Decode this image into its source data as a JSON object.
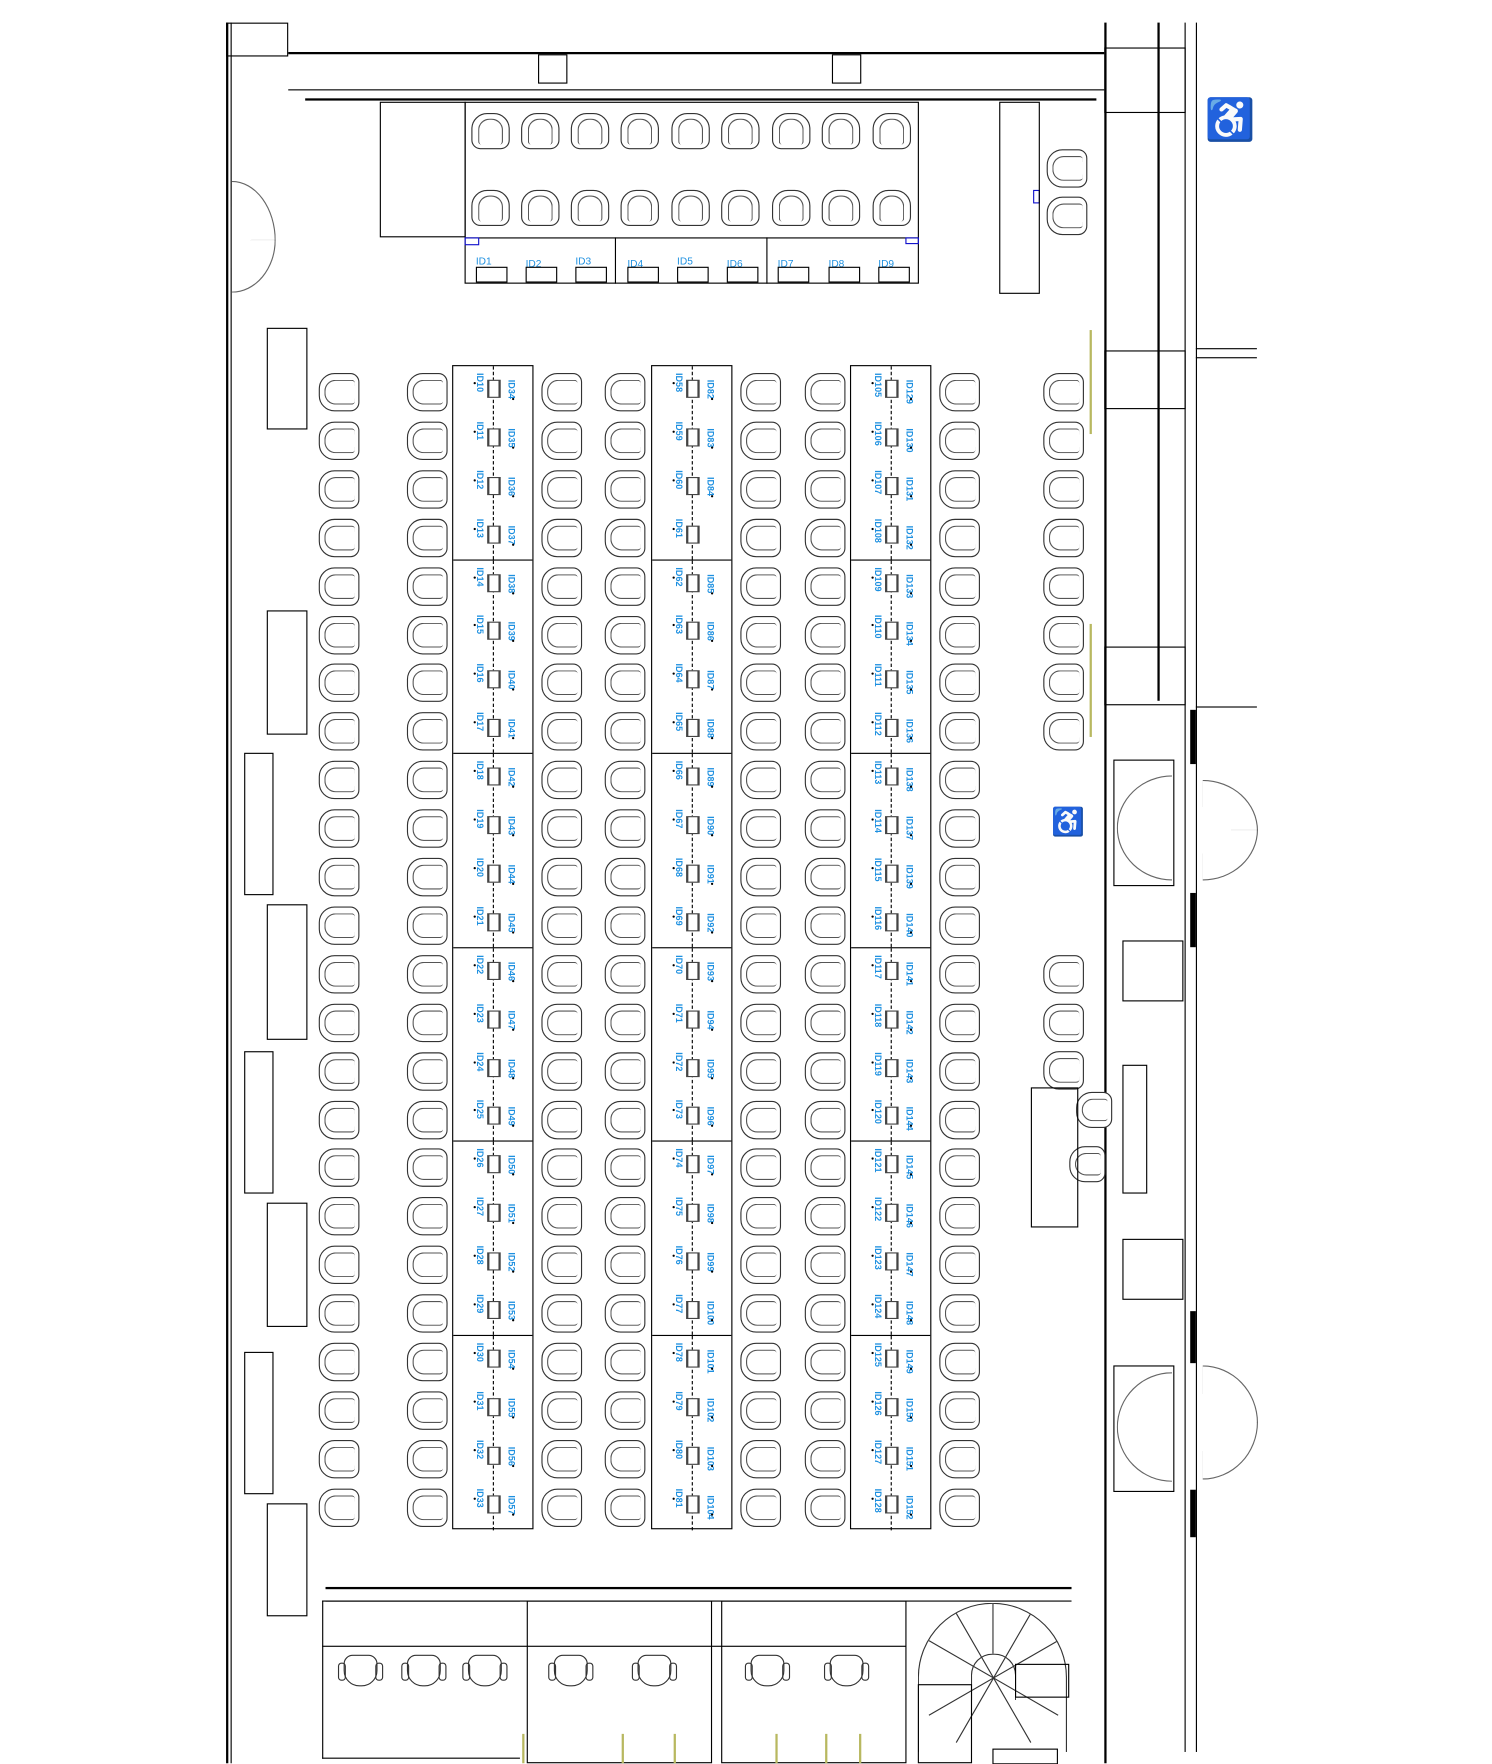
{
  "diagram": {
    "type": "floor-plan",
    "title": "",
    "accent_label_color": "#1e90e0"
  },
  "top_room": {
    "labels": [
      "ID1",
      "ID2",
      "ID3",
      "ID4",
      "ID5",
      "ID6",
      "ID7",
      "ID8",
      "ID9"
    ],
    "chair_rows": 2,
    "chairs_per_row": 9
  },
  "desk_blocks": [
    {
      "name": "left",
      "groups": [
        {
          "left": [
            "ID10",
            "ID11",
            "ID12",
            "ID13"
          ],
          "right": [
            "ID34",
            "ID35",
            "ID36",
            "ID37"
          ]
        },
        {
          "left": [
            "ID14",
            "ID15",
            "ID16",
            "ID17"
          ],
          "right": [
            "ID38",
            "ID39",
            "ID40",
            "ID41"
          ]
        },
        {
          "left": [
            "ID18",
            "ID19",
            "ID20",
            "ID21"
          ],
          "right": [
            "ID42",
            "ID43",
            "ID44",
            "ID45"
          ]
        },
        {
          "left": [
            "ID22",
            "ID23",
            "ID24",
            "ID25"
          ],
          "right": [
            "ID46",
            "ID47",
            "ID48",
            "ID49"
          ]
        },
        {
          "left": [
            "ID26",
            "ID27",
            "ID28",
            "ID29"
          ],
          "right": [
            "ID50",
            "ID51",
            "ID52",
            "ID53"
          ]
        },
        {
          "left": [
            "ID30",
            "ID31",
            "ID32",
            "ID33"
          ],
          "right": [
            "ID54",
            "ID55",
            "ID56",
            "ID57"
          ]
        }
      ]
    },
    {
      "name": "middle",
      "groups": [
        {
          "left": [
            "ID58",
            "ID59",
            "ID60",
            "ID61"
          ],
          "right": [
            "ID82",
            "ID83",
            "ID84",
            ""
          ]
        },
        {
          "left": [
            "ID62",
            "ID63",
            "ID64",
            "ID65"
          ],
          "right": [
            "ID85",
            "ID86",
            "ID87",
            "ID88"
          ]
        },
        {
          "left": [
            "ID66",
            "ID67",
            "ID68",
            "ID69"
          ],
          "right": [
            "ID89",
            "ID90",
            "ID91",
            "ID92"
          ]
        },
        {
          "left": [
            "ID70",
            "ID71",
            "ID72",
            "ID73"
          ],
          "right": [
            "ID93",
            "ID94",
            "ID95",
            "ID96"
          ]
        },
        {
          "left": [
            "ID74",
            "ID75",
            "ID76",
            "ID77"
          ],
          "right": [
            "ID97",
            "ID98",
            "ID99",
            "ID100"
          ]
        },
        {
          "left": [
            "ID78",
            "ID79",
            "ID80",
            "ID81"
          ],
          "right": [
            "ID101",
            "ID102",
            "ID103",
            "ID104"
          ]
        }
      ]
    },
    {
      "name": "right",
      "groups": [
        {
          "left": [
            "ID105",
            "ID106",
            "ID107",
            "ID108"
          ],
          "right": [
            "ID129",
            "ID130",
            "ID131",
            "ID132"
          ]
        },
        {
          "left": [
            "ID109",
            "ID110",
            "ID111",
            "ID112"
          ],
          "right": [
            "ID133",
            "ID134",
            "ID135",
            "ID136"
          ]
        },
        {
          "left": [
            "ID113",
            "ID114",
            "ID115",
            "ID116"
          ],
          "right": [
            "ID138",
            "ID137",
            "ID139",
            "ID140"
          ]
        },
        {
          "left": [
            "ID117",
            "ID118",
            "ID119",
            "ID120"
          ],
          "right": [
            "ID141",
            "ID142",
            "ID143",
            "ID144"
          ]
        },
        {
          "left": [
            "ID121",
            "ID122",
            "ID123",
            "ID124"
          ],
          "right": [
            "ID145",
            "ID146",
            "ID147",
            "ID148"
          ]
        },
        {
          "left": [
            "ID125",
            "ID126",
            "ID127",
            "ID128"
          ],
          "right": [
            "ID149",
            "ID150",
            "ID151",
            "ID152"
          ]
        }
      ]
    }
  ],
  "icons": {
    "accessible_top": "wheelchair-icon",
    "accessible_mid": "wheelchair-icon",
    "wheelchair_glyph": "♿"
  },
  "bottom_rooms": [
    {
      "chairs": 3
    },
    {
      "chairs": 2
    },
    {
      "chairs": 2
    }
  ]
}
